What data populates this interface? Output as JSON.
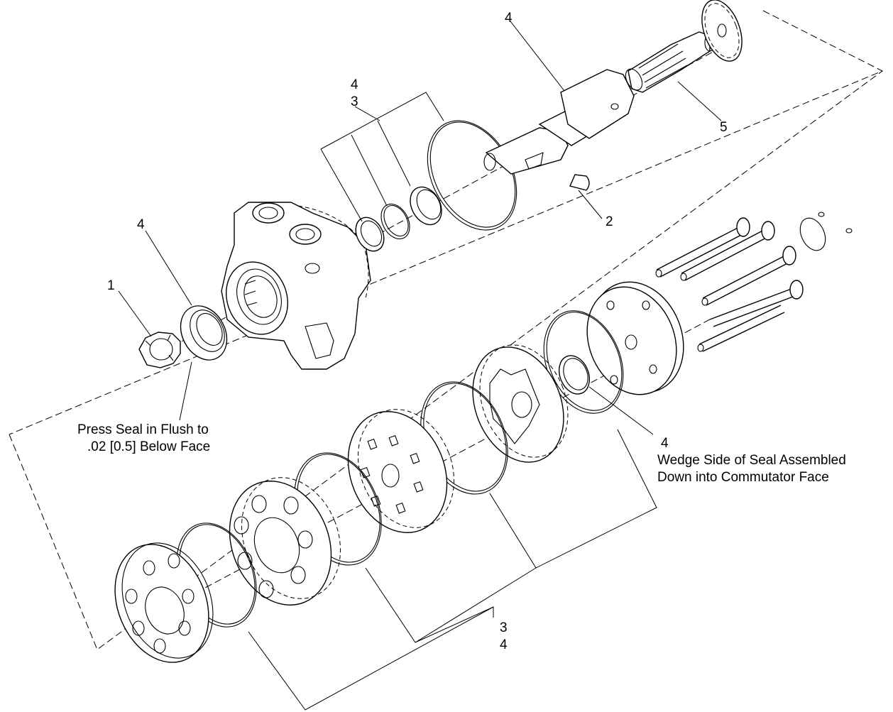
{
  "callouts": {
    "seal_flush_note": {
      "line1": "Press Seal in Flush to",
      "line2": ".02 [0.5] Below Face"
    },
    "wedge_note": {
      "line1": "Wedge Side of Seal Assembled",
      "line2": "Down into Commutator Face"
    },
    "nut": "1",
    "key": "2",
    "driveshaft": "5",
    "shaft_seal_kit": "4",
    "housing_seals_top": "4",
    "housing_seals_bottom": "3",
    "front_seal": "4",
    "commutator_seal": "4",
    "bottom_group_top": "3",
    "bottom_group_bottom": "4"
  }
}
